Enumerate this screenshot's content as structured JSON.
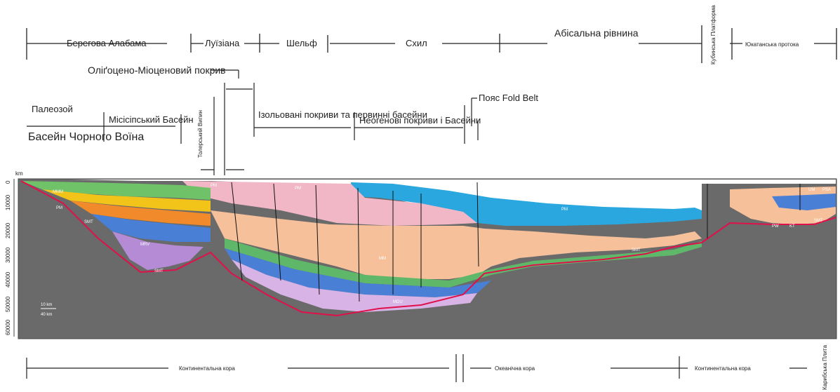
{
  "top_provinces": {
    "coastal_alabama": "Берегова Алабама",
    "louisiana": "Луїзіана",
    "shelf": "Шельф",
    "slope": "Схил",
    "abyssal_plain": "Абісальна рівнина",
    "cuban_platform": "Кубинська Платформа",
    "yucatan_strait": "Юкатанська протока"
  },
  "structural_zones": {
    "oligo_miocene_cover": "Оліґоцено-Міоценовий покрив",
    "fold_belt": "Пояс Fold Belt",
    "paleozoic": "Палеозой",
    "mississippi_basin": "Місісіпський Басейн",
    "black_warrior_basin": "Басейн Чорного Воїна",
    "tolerance_wedge": "Толерський Випин",
    "isolated_covers": "Ізольовані покриви та первинні басейни",
    "neogene_covers": "Неогенові покриви і Басейни"
  },
  "depth_axis": {
    "unit": "km",
    "ticks": [
      "0",
      "10000",
      "20000",
      "30000",
      "40000",
      "50000",
      "60000"
    ]
  },
  "scale_bar": {
    "vertical": "10 km",
    "horizontal": "40 km"
  },
  "unit_labels": [
    "MMM",
    "PM",
    "SMT",
    "SMT",
    "SMT",
    "SMT",
    "MRV",
    "PM",
    "PM",
    "PM",
    "MDU",
    "PW",
    "KT",
    "UM",
    "PSA",
    "MM"
  ],
  "bottom_crust": {
    "continental_left": "Континентальна кора",
    "oceanic": "Океанічна кора",
    "continental_right": "Континентальна кора",
    "caribbean_plate": "Карибська Плита"
  },
  "colors": {
    "basement": "#6a6a6a",
    "salt": "#f6c09a",
    "water": "#2aa7df",
    "pink_sediment": "#f2b7c6",
    "blue_layer": "#4a7fd6",
    "purple_layer": "#b58bd6",
    "yellow_layer": "#f2c419",
    "orange_layer": "#f08a2a",
    "moho_line": "#e0104a"
  }
}
